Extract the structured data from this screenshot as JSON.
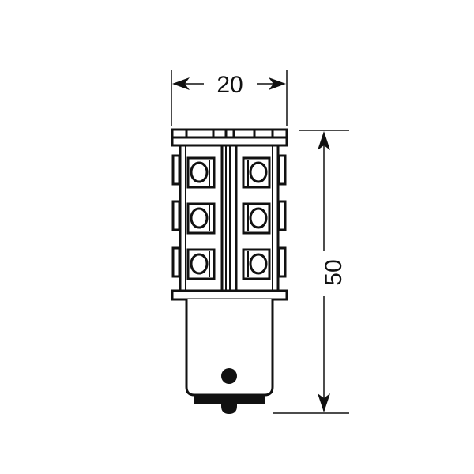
{
  "diagram": {
    "subject": "LED bulb with bayonet base (side view)",
    "colors": {
      "stroke": "#111111",
      "background": "#ffffff"
    },
    "dimensions": {
      "width": {
        "value": "20",
        "orientation": "horizontal"
      },
      "height": {
        "value": "50",
        "orientation": "vertical"
      }
    },
    "led_grid": {
      "rows": 3,
      "columns": 2
    },
    "components": [
      "top-cap",
      "led-column-body",
      "smd-leds",
      "side-leds",
      "base-collar",
      "bayonet-base",
      "bayonet-pin",
      "contact-plate",
      "contact-tip"
    ]
  }
}
